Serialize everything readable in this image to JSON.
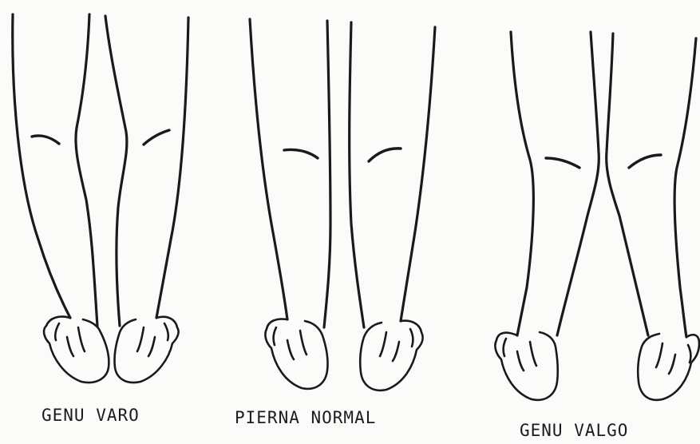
{
  "figures": [
    {
      "id": "genu-varo",
      "caption": "GENU VARO"
    },
    {
      "id": "pierna-normal",
      "caption": "PIERNA NORMAL"
    },
    {
      "id": "genu-valgo",
      "caption": "GENU VALGO"
    }
  ],
  "colors": {
    "background": "#fbfbf9",
    "ink": "#1a1a1a"
  }
}
